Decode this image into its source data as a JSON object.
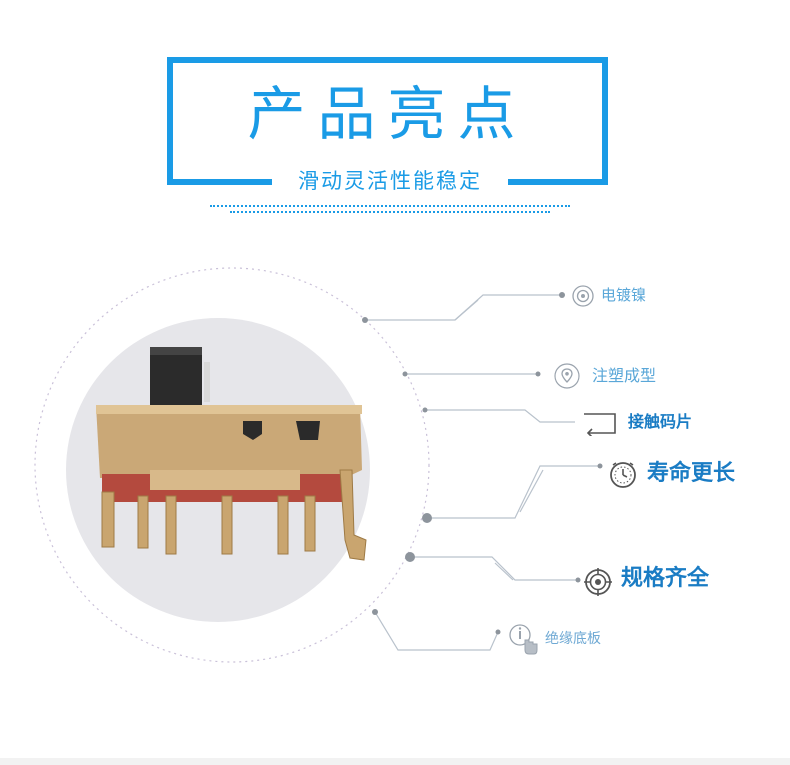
{
  "header": {
    "title": "产品亮点",
    "subtitle": "滑动灵活性能稳定"
  },
  "features": [
    {
      "label": "电镀镍",
      "icon": "target-ring-icon"
    },
    {
      "label": "注塑成型",
      "icon": "location-pin-icon"
    },
    {
      "label": "接触码片",
      "icon": "return-arrow-icon"
    },
    {
      "label": "寿命更长",
      "icon": "stopwatch-icon"
    },
    {
      "label": "规格齐全",
      "icon": "crosshair-target-icon"
    },
    {
      "label": "绝缘底板",
      "icon": "info-touch-icon"
    }
  ],
  "colors": {
    "accent": "#1a9be6",
    "label_light": "#5aa7d8",
    "label_bold": "#1a7cc4",
    "line": "#b9c2cc",
    "circle": "#c9c0d8",
    "plate": "#e8e8ec",
    "brass": "#c9ad7a"
  }
}
